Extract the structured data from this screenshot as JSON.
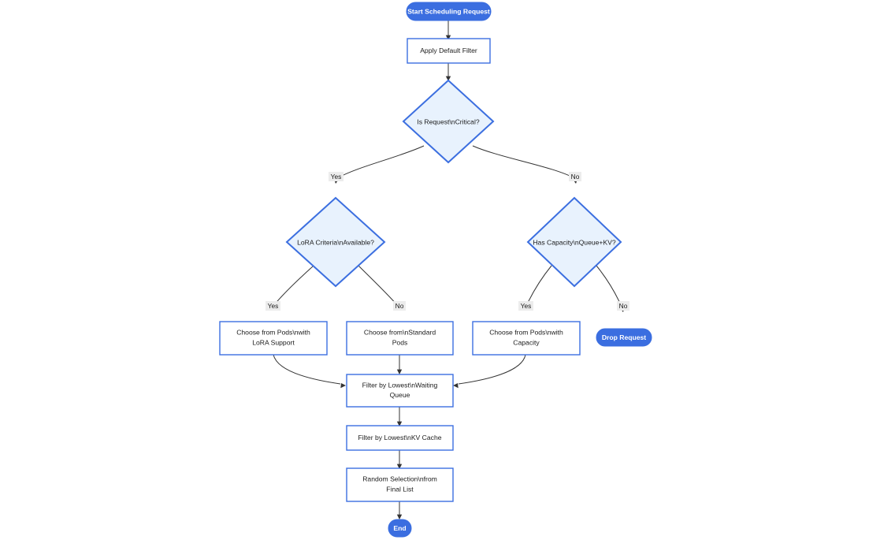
{
  "diagram": {
    "type": "flowchart",
    "orientation": "top-down",
    "background": "#ffffff",
    "colors": {
      "terminal_fill": "#3b6ee0",
      "terminal_text": "#ffffff",
      "process_fill": "#ffffff",
      "process_stroke": "#3c6fe0",
      "decision_fill": "#e8f2fd",
      "decision_stroke": "#3c6fe0",
      "edge_stroke": "#333333",
      "edge_label_bg": "#ececec",
      "text": "#1a1a1a"
    },
    "nodes": [
      {
        "id": "start",
        "shape": "stadium",
        "label": "Start Scheduling Request"
      },
      {
        "id": "default",
        "shape": "rect",
        "label": "Apply Default Filter"
      },
      {
        "id": "critical",
        "shape": "diamond",
        "label": "Is Request\\nCritical?"
      },
      {
        "id": "lora",
        "shape": "diamond",
        "label": "LoRA Criteria\\nAvailable?"
      },
      {
        "id": "capacity",
        "shape": "diamond",
        "label": "Has Capacity\\nQueue+KV?"
      },
      {
        "id": "lorapods",
        "shape": "rect",
        "label": "Choose from Pods\\nwith LoRA Support",
        "lines": [
          "Choose from Pods\\nwith",
          "LoRA Support"
        ]
      },
      {
        "id": "stdpods",
        "shape": "rect",
        "label": "Choose from\\nStandard Pods",
        "lines": [
          "Choose from\\nStandard",
          "Pods"
        ]
      },
      {
        "id": "cappods",
        "shape": "rect",
        "label": "Choose from Pods\\nwith Capacity",
        "lines": [
          "Choose from Pods\\nwith",
          "Capacity"
        ]
      },
      {
        "id": "drop",
        "shape": "stadium",
        "label": "Drop Request"
      },
      {
        "id": "waitqueue",
        "shape": "rect",
        "label": "Filter by Lowest\\nWaiting Queue",
        "lines": [
          "Filter by Lowest\\nWaiting",
          "Queue"
        ]
      },
      {
        "id": "kvcache",
        "shape": "rect",
        "label": "Filter by Lowest\\nKV Cache",
        "lines": [
          "Filter by Lowest\\nKV Cache"
        ]
      },
      {
        "id": "random",
        "shape": "rect",
        "label": "Random Selection\\nfrom Final List",
        "lines": [
          "Random Selection\\nfrom",
          "Final List"
        ]
      },
      {
        "id": "end",
        "shape": "circle",
        "label": "End"
      }
    ],
    "edges": [
      {
        "from": "start",
        "to": "default",
        "label": ""
      },
      {
        "from": "default",
        "to": "critical",
        "label": ""
      },
      {
        "from": "critical",
        "to": "lora",
        "label": "Yes"
      },
      {
        "from": "critical",
        "to": "capacity",
        "label": "No"
      },
      {
        "from": "lora",
        "to": "lorapods",
        "label": "Yes"
      },
      {
        "from": "lora",
        "to": "stdpods",
        "label": "No"
      },
      {
        "from": "capacity",
        "to": "cappods",
        "label": "Yes"
      },
      {
        "from": "capacity",
        "to": "drop",
        "label": "No"
      },
      {
        "from": "lorapods",
        "to": "waitqueue",
        "label": ""
      },
      {
        "from": "stdpods",
        "to": "waitqueue",
        "label": ""
      },
      {
        "from": "cappods",
        "to": "waitqueue",
        "label": ""
      },
      {
        "from": "waitqueue",
        "to": "kvcache",
        "label": ""
      },
      {
        "from": "kvcache",
        "to": "random",
        "label": ""
      },
      {
        "from": "random",
        "to": "end",
        "label": ""
      }
    ],
    "edge_labels": {
      "yes": "Yes",
      "no": "No"
    }
  }
}
